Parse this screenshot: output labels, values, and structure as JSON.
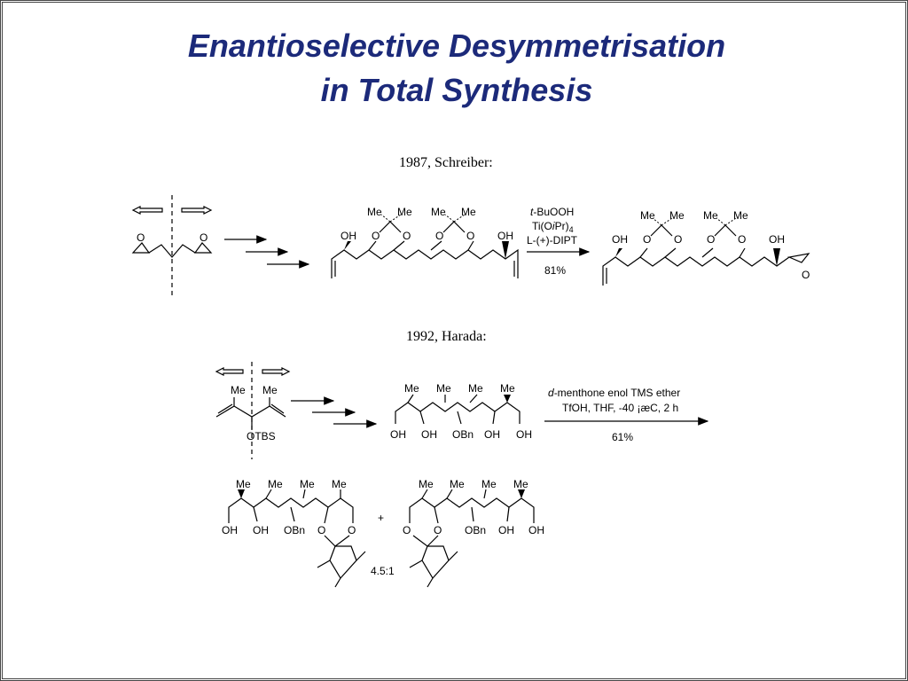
{
  "title_line1": "Enantioselective Desymmetrisation",
  "title_line2": "in Total Synthesis",
  "section1": {
    "caption": "1987, Schreiber:",
    "reagent_line1_italic": "t",
    "reagent_line1_rest": "-BuOOH",
    "reagent_line2_a": "Ti(O",
    "reagent_line2_i": "i",
    "reagent_line2_b": "Pr)",
    "reagent_line2_sub": "4",
    "reagent_line3": "L-(+)-DIPT",
    "yield": "81%"
  },
  "section2": {
    "caption": "1992, Harada:",
    "reagent_line1_italic": "d",
    "reagent_line1_rest": "-menthone enol TMS ether",
    "reagent_line2": "TfOH, THF, -40 ¡æC, 2 h",
    "yield": "61%",
    "ratio": "4.5:1",
    "plus": "+"
  },
  "atoms": {
    "O": "O",
    "OH": "OH",
    "Me": "Me",
    "OBn": "OBn",
    "OTBS": "OTBS"
  }
}
